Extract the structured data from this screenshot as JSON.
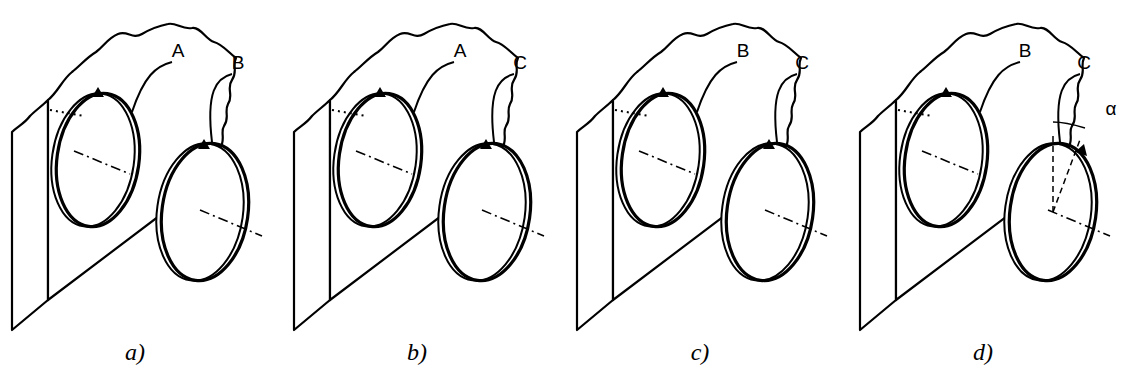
{
  "diagram": {
    "labels": [
      "A",
      "B",
      "A",
      "C",
      "B",
      "C",
      "B",
      "C",
      "α",
      "a)",
      "b)",
      "c)",
      "d)"
    ]
  }
}
